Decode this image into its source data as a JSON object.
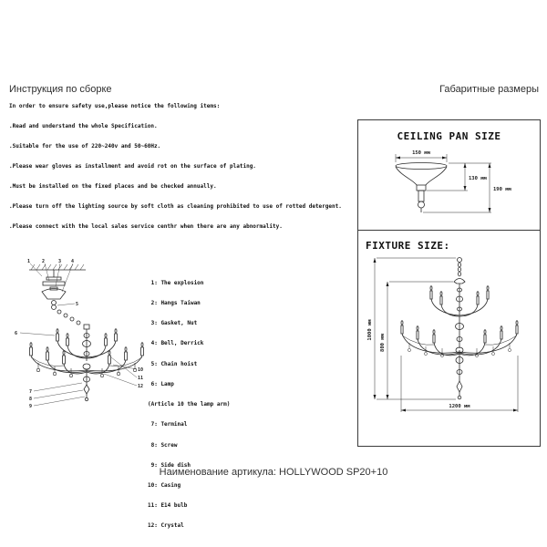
{
  "page": {
    "title_left": "Инструкция по сборке",
    "title_right": "Габаритные размеры",
    "footer": "Наименование артикула: HOLLYWOOD SP20+10"
  },
  "instructions": {
    "intro": "In order to ensure safety use,please notice the following items:",
    "items": [
      ".Read and understand the whole Specification.",
      ".Suitable for the use of 220~240v and 50~60Hz.",
      ".Please wear gloves as installment and avoid rot on the surface of plating.",
      ".Must be installed on the fixed places and be checked annually.",
      ".Please turn off the lighting source by soft cloth as cleaning prohibited to use of rotted detergent.",
      ".Please connect with the local sales service centhr when there are any abnormality."
    ]
  },
  "parts": {
    "items": [
      " 1: The explosion",
      " 2: Hangs Taiwan",
      " 3: Gasket, Nut",
      " 4: Bell, Derrick",
      " 5: Chain hoist",
      " 6: Lamp",
      "(Article 10 the lamp arm)",
      " 7: Terminal",
      " 8: Screw",
      " 9: Side dish",
      "10: Casing",
      "11: E14 bulb",
      "12: Crystal"
    ]
  },
  "callouts": [
    "1",
    "2",
    "3",
    "4",
    "5",
    "6",
    "7",
    "8",
    "9",
    "10",
    "11",
    "12"
  ],
  "dimensions": {
    "ceiling": {
      "title": "CEILING PAN SIZE",
      "width": "150 мм",
      "height_upper": "130 мм",
      "height_total": "190 мм"
    },
    "fixture": {
      "title": "FIXTURE SIZE:",
      "height_total": "1000 мм",
      "height_body": "800 мм",
      "width": "1200 мм"
    }
  }
}
